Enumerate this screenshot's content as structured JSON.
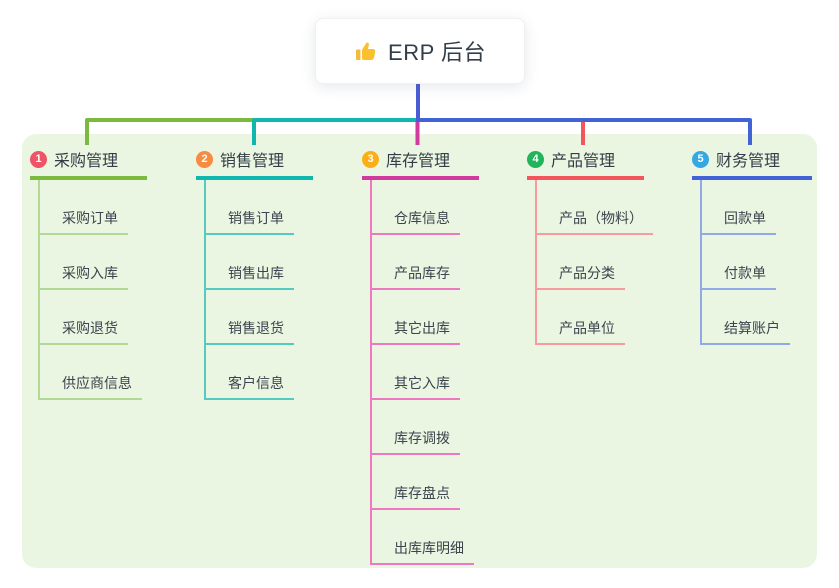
{
  "root": {
    "title": "ERP 后台",
    "icon": "thumbs-up-icon",
    "icon_color": "#fbc02d",
    "stem_color": "#4a5cd4"
  },
  "panel_color": "#eaf6e2",
  "branches": [
    {
      "num": "1",
      "title": "采购管理",
      "badge_color": "#ee5366",
      "line_color": "#7cb93f",
      "sub_line_color": "#b4d996",
      "children": [
        "采购订单",
        "采购入库",
        "采购退货",
        "供应商信息"
      ]
    },
    {
      "num": "2",
      "title": "销售管理",
      "badge_color": "#f78b41",
      "line_color": "#10b7ae",
      "sub_line_color": "#55cac1",
      "children": [
        "销售订单",
        "销售出库",
        "销售退货",
        "客户信息"
      ]
    },
    {
      "num": "3",
      "title": "库存管理",
      "badge_color": "#fcae16",
      "line_color": "#d13a9e",
      "sub_line_color": "#ee79c1",
      "children": [
        "仓库信息",
        "产品库存",
        "其它出库",
        "其它入库",
        "库存调拨",
        "库存盘点",
        "出库库明细"
      ]
    },
    {
      "num": "4",
      "title": "产品管理",
      "badge_color": "#22b45a",
      "line_color": "#f3555c",
      "sub_line_color": "#f89a9f",
      "children": [
        "产品（物料）",
        "产品分类",
        "产品单位"
      ]
    },
    {
      "num": "5",
      "title": "财务管理",
      "badge_color": "#34a8e2",
      "line_color": "#4263d6",
      "sub_line_color": "#92a9e8",
      "children": [
        "回款单",
        "付款单",
        "结算账户"
      ]
    }
  ]
}
